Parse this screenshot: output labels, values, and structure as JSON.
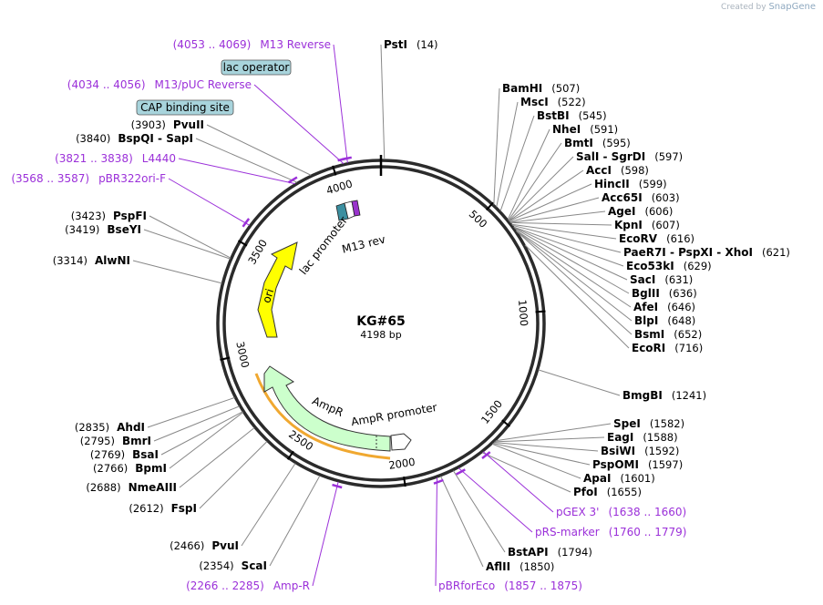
{
  "brand": {
    "created_by": "Created by",
    "name": "SnapGene"
  },
  "plasmid": {
    "name": "KG#65",
    "length": "4198 bp",
    "total_bp": 4198
  },
  "ticks": [
    "500",
    "1000",
    "1500",
    "2000",
    "2500",
    "3000",
    "3500",
    "4000"
  ],
  "enzymes": [
    {
      "name": "PstI",
      "pos": "(14)",
      "bp": 14
    },
    {
      "name": "BamHI",
      "pos": "(507)",
      "bp": 507
    },
    {
      "name": "MscI",
      "pos": "(522)",
      "bp": 522
    },
    {
      "name": "BstBI",
      "pos": "(545)",
      "bp": 545
    },
    {
      "name": "NheI",
      "pos": "(591)",
      "bp": 591
    },
    {
      "name": "BmtI",
      "pos": "(595)",
      "bp": 595
    },
    {
      "name": "SalI - SgrDI",
      "pos": "(597)",
      "bp": 597
    },
    {
      "name": "AccI",
      "pos": "(598)",
      "bp": 598
    },
    {
      "name": "HincII",
      "pos": "(599)",
      "bp": 599
    },
    {
      "name": "Acc65I",
      "pos": "(603)",
      "bp": 603
    },
    {
      "name": "AgeI",
      "pos": "(606)",
      "bp": 606
    },
    {
      "name": "KpnI",
      "pos": "(607)",
      "bp": 607
    },
    {
      "name": "EcoRV",
      "pos": "(616)",
      "bp": 616
    },
    {
      "name": "PaeR7I - PspXI - XhoI",
      "pos": "(621)",
      "bp": 621
    },
    {
      "name": "Eco53kI",
      "pos": "(629)",
      "bp": 629
    },
    {
      "name": "SacI",
      "pos": "(631)",
      "bp": 631
    },
    {
      "name": "BglII",
      "pos": "(636)",
      "bp": 636
    },
    {
      "name": "AfeI",
      "pos": "(646)",
      "bp": 646
    },
    {
      "name": "BlpI",
      "pos": "(648)",
      "bp": 648
    },
    {
      "name": "BsmI",
      "pos": "(652)",
      "bp": 652
    },
    {
      "name": "EcoRI",
      "pos": "(716)",
      "bp": 716
    },
    {
      "name": "BmgBI",
      "pos": "(1241)",
      "bp": 1241
    },
    {
      "name": "SpeI",
      "pos": "(1582)",
      "bp": 1582
    },
    {
      "name": "EagI",
      "pos": "(1588)",
      "bp": 1588
    },
    {
      "name": "BsiWI",
      "pos": "(1592)",
      "bp": 1592
    },
    {
      "name": "PspOMI",
      "pos": "(1597)",
      "bp": 1597
    },
    {
      "name": "ApaI",
      "pos": "(1601)",
      "bp": 1601
    },
    {
      "name": "PfoI",
      "pos": "(1655)",
      "bp": 1655
    },
    {
      "name": "BstAPI",
      "pos": "(1794)",
      "bp": 1794
    },
    {
      "name": "AflII",
      "pos": "(1850)",
      "bp": 1850
    },
    {
      "name": "ScaI",
      "pos": "(2354)",
      "bp": 2354
    },
    {
      "name": "PvuI",
      "pos": "(2466)",
      "bp": 2466
    },
    {
      "name": "FspI",
      "pos": "(2612)",
      "bp": 2612
    },
    {
      "name": "NmeAIII",
      "pos": "(2688)",
      "bp": 2688
    },
    {
      "name": "BpmI",
      "pos": "(2766)",
      "bp": 2766
    },
    {
      "name": "BsaI",
      "pos": "(2769)",
      "bp": 2769
    },
    {
      "name": "BmrI",
      "pos": "(2795)",
      "bp": 2795
    },
    {
      "name": "AhdI",
      "pos": "(2835)",
      "bp": 2835
    },
    {
      "name": "AlwNI",
      "pos": "(3314)",
      "bp": 3314
    },
    {
      "name": "BseYI",
      "pos": "(3419)",
      "bp": 3419
    },
    {
      "name": "PspFI",
      "pos": "(3423)",
      "bp": 3423
    },
    {
      "name": "BspQI - SapI",
      "pos": "(3840)",
      "bp": 3840
    },
    {
      "name": "PvuII",
      "pos": "(3903)",
      "bp": 3903
    }
  ],
  "primers": [
    {
      "name": "M13 Reverse",
      "range": "(4053 .. 4069)",
      "bp": 4061
    },
    {
      "name": "M13/pUC Reverse",
      "range": "(4034 .. 4056)",
      "bp": 4045
    },
    {
      "name": "L4440",
      "range": "(3821 .. 3838)",
      "bp": 3830
    },
    {
      "name": "pBR322ori-F",
      "range": "(3568 .. 3587)",
      "bp": 3577
    },
    {
      "name": "pGEX 3'",
      "range": "(1638 .. 1660)",
      "bp": 1649
    },
    {
      "name": "pRS-marker",
      "range": "(1760 .. 1779)",
      "bp": 1770
    },
    {
      "name": "pBRforEco",
      "range": "(1857 .. 1875)",
      "bp": 1866
    },
    {
      "name": "Amp-R",
      "range": "(2266 .. 2285)",
      "bp": 2275
    }
  ],
  "boxed_features": [
    {
      "name": "lac operator"
    },
    {
      "name": "CAP binding site"
    }
  ],
  "features": [
    {
      "name": "ori",
      "color": "#ffff00"
    },
    {
      "name": "AmpR",
      "color": "#ccffcc"
    },
    {
      "name": "AmpR promoter",
      "color": "#ffffff"
    },
    {
      "name": "lac promoter",
      "color": "#ffffff"
    },
    {
      "name": "M13 rev",
      "color": "#9933cc"
    }
  ],
  "colors": {
    "primer": "#9b30d9",
    "backbone": "#2b2b2b",
    "box_fill": "#a8d4dc",
    "ori": "#ffff00",
    "ampr": "#ccffcc",
    "ampr_outline": "#f0a830"
  }
}
